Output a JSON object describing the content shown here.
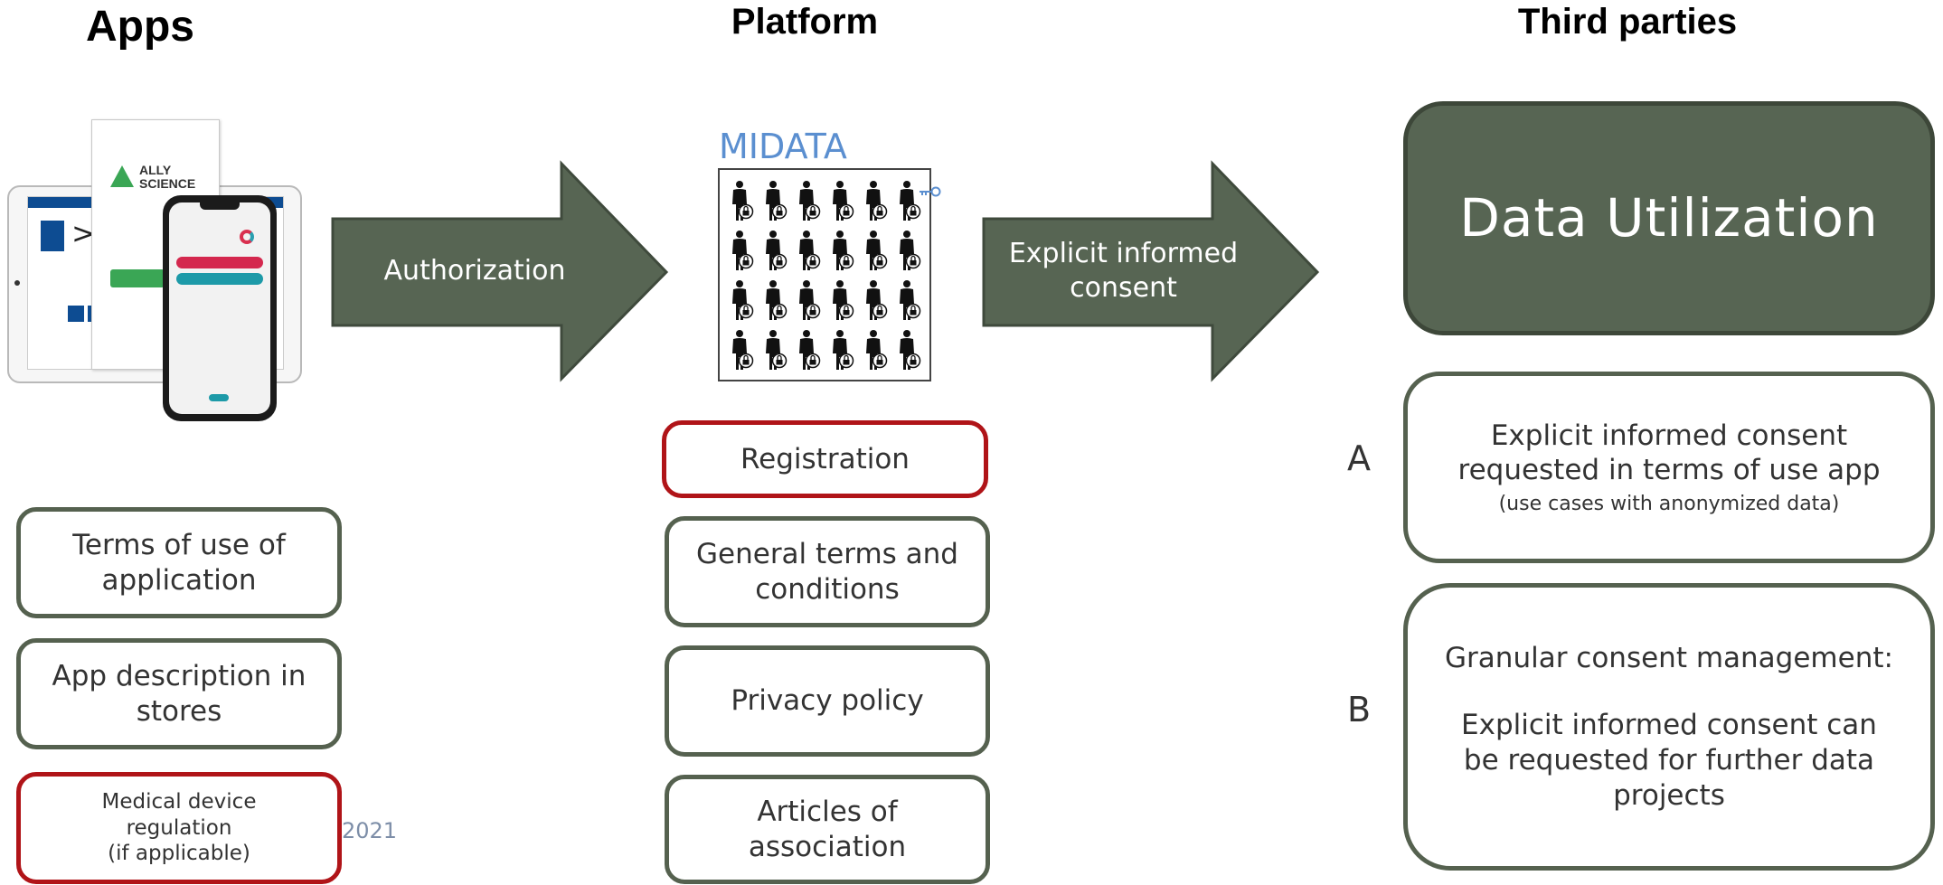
{
  "headings": {
    "apps": "Apps",
    "platform": "Platform",
    "third_parties": "Third parties"
  },
  "arrows": {
    "authorization": "Authorization",
    "consent_line1": "Explicit informed",
    "consent_line2": "consent"
  },
  "phone_mockup": {
    "logo_line1": "ALLY",
    "logo_line2": "SCIENCE"
  },
  "midata": {
    "logo": "MIDATA"
  },
  "apps_boxes": {
    "terms_line1": "Terms of use of",
    "terms_line2": "application",
    "description_line1": "App description in",
    "description_line2": "stores",
    "mdr_line1": "Medical device",
    "mdr_line2": "regulation",
    "mdr_line3": "(if applicable)"
  },
  "year_label": "2021",
  "platform_boxes": {
    "registration": "Registration",
    "general_line1": "General terms and",
    "general_line2": "conditions",
    "privacy": "Privacy policy",
    "articles_line1": "Articles of",
    "articles_line2": "association"
  },
  "third_parties": {
    "data_utilization": "Data Utilization",
    "letter_a": "A",
    "a_line1": "Explicit informed consent",
    "a_line2": "requested in terms of use app",
    "a_line3": "(use cases with anonymized data)",
    "letter_b": "B",
    "b_line1": "Granular consent management:",
    "b_line2": "Explicit informed consent can",
    "b_line3": "be requested for further data",
    "b_line4": "projects"
  },
  "colors": {
    "arrow_fill": "#576553",
    "box_border": "#55614f",
    "red_border": "#b01418",
    "midata_blue": "#5b8fd0"
  }
}
